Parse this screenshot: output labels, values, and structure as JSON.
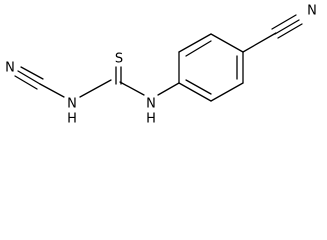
{
  "molecule": {
    "atoms": {
      "nitrile_n_left": "N",
      "amine_n_left": "N",
      "amine_h_left": "H",
      "thione_s": "S",
      "amine_n_right": "N",
      "amine_h_right": "H",
      "nitrile_n_right": "N"
    }
  }
}
